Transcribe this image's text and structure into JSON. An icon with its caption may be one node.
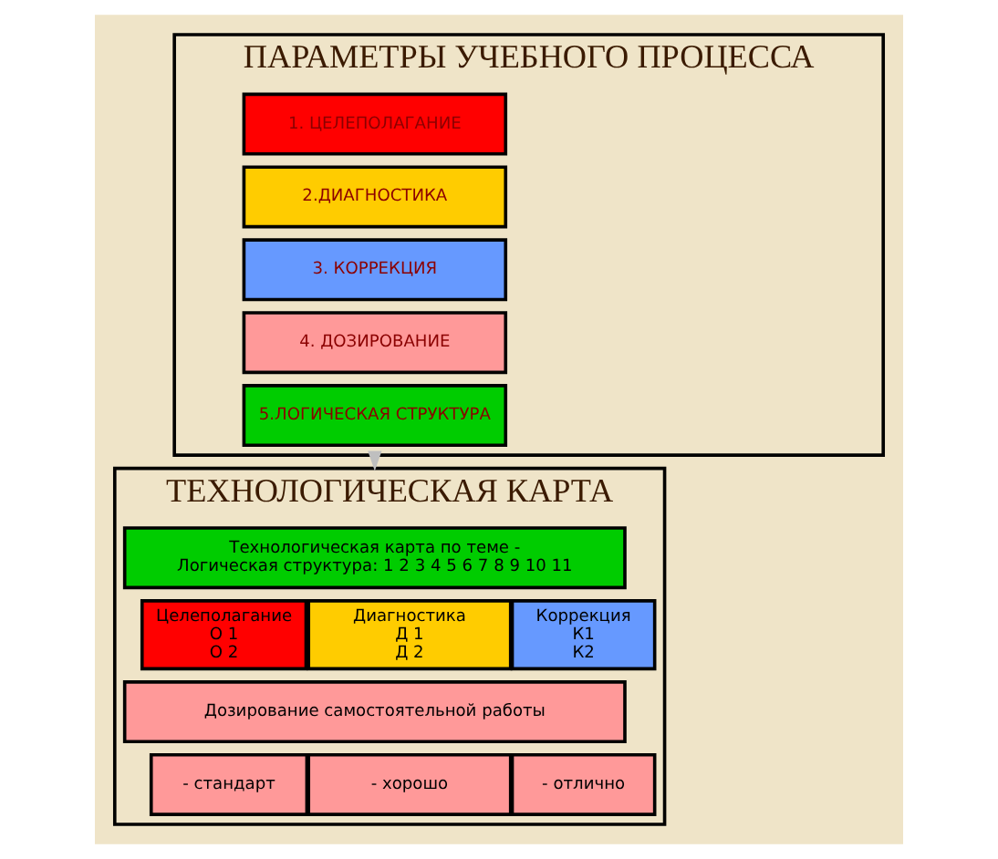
{
  "diagram": {
    "nodes": [
      {
        "text": [
          "ПАРАМЕТРЫ УЧЕБНОГО ПРОЦЕССА"
        ]
      },
      {
        "text": [
          "1. ЦЕЛЕПОЛАГАНИЕ"
        ],
        "in": 0
      },
      {
        "text": [
          "2.ДИАГНОСТИКА"
        ],
        "in": 0
      },
      {
        "text": [
          "3. КОРРЕКЦИЯ"
        ],
        "in": 0
      },
      {
        "text": [
          "4. ДОЗИРОВАНИЕ"
        ],
        "in": 0
      },
      {
        "text": [
          "5.ЛОГИЧЕСКАЯ СТРУКТУРА"
        ],
        "in": 0
      },
      {
        "text": [
          "ТЕХНОЛОГИЧЕСКАЯ КАРТА"
        ]
      },
      {
        "text": [
          "Технологическая карта по теме -",
          "Логическая структура: 1 2 3 4 5 6 7 8 9 10 11"
        ],
        "in": 6
      },
      {
        "text": [
          "Целеполагание",
          "О 1",
          "О 2"
        ],
        "in": 6
      },
      {
        "text": [
          "Диагностика",
          "Д 1",
          "Д 2"
        ],
        "in": 6
      },
      {
        "text": [
          "Коррекция",
          "К1",
          "К2"
        ],
        "in": 6
      },
      {
        "text": [
          "Дозирование самостоятельной работы"
        ],
        "in": 6
      },
      {
        "text": [
          "- стандарт"
        ],
        "in": 6
      },
      {
        "text": [
          "- хорошо"
        ],
        "in": 6
      },
      {
        "text": [
          "- отлично"
        ],
        "in": 6
      }
    ],
    "edges": [
      {
        "from": 0,
        "to": 6,
        "arrow": "to"
      }
    ]
  }
}
